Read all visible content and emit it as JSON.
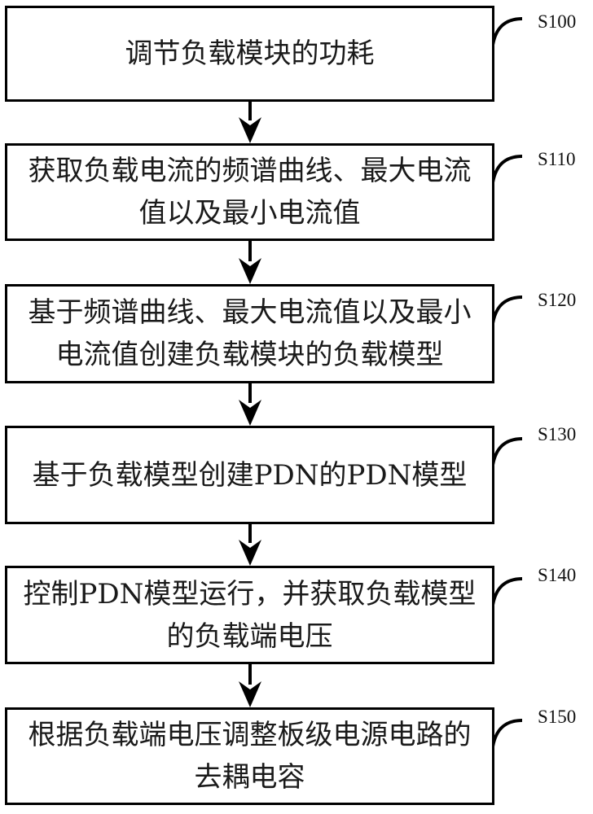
{
  "diagram": {
    "type": "flowchart",
    "direction": "top-to-bottom",
    "steps": [
      {
        "id": "S100",
        "label": "S100",
        "text": "调节负载模块的功耗"
      },
      {
        "id": "S110",
        "label": "S110",
        "text": "获取负载电流的频谱曲线、最大电流值以及最小电流值"
      },
      {
        "id": "S120",
        "label": "S120",
        "text": "基于频谱曲线、最大电流值以及最小电流值创建负载模块的负载模型"
      },
      {
        "id": "S130",
        "label": "S130",
        "text": "基于负载模型创建PDN的PDN模型"
      },
      {
        "id": "S140",
        "label": "S140",
        "text": "控制PDN模型运行，并获取负载模型的负载端电压"
      },
      {
        "id": "S150",
        "label": "S150",
        "text": "根据负载端电压调整板级电源电路的去耦电容"
      }
    ],
    "edges": [
      {
        "from": "S100",
        "to": "S110"
      },
      {
        "from": "S110",
        "to": "S120"
      },
      {
        "from": "S120",
        "to": "S130"
      },
      {
        "from": "S130",
        "to": "S140"
      },
      {
        "from": "S140",
        "to": "S150"
      }
    ],
    "colors": {
      "stroke": "#000000",
      "fill": "#ffffff",
      "text": "#1a1a1a"
    }
  }
}
